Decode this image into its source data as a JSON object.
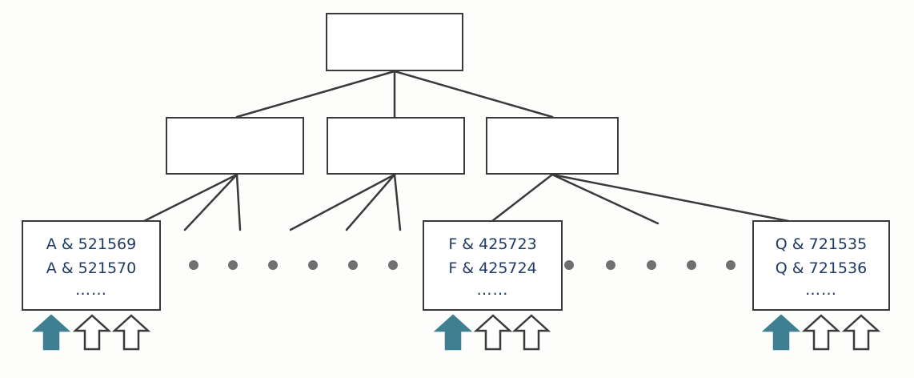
{
  "colors": {
    "line": "#3a3a3a",
    "box_border": "#3a3a3a",
    "text": "#1f3a63",
    "dot": "#707070",
    "arrow_filled": "#3f7f92",
    "arrow_outline": "#3a3a3a"
  },
  "icons": {
    "filled_arrow": "up-arrow-filled-icon",
    "outline_arrow": "up-arrow-outline-icon",
    "dot": "ellipsis-dot-icon"
  },
  "leaves": [
    {
      "line1": "A & 521569",
      "line2": "A & 521570",
      "ellipsis": "……"
    },
    {
      "line1": "F & 425723",
      "line2": "F & 425724",
      "ellipsis": "……"
    },
    {
      "line1": "Q & 721535",
      "line2": "Q & 721536",
      "ellipsis": "……"
    }
  ]
}
